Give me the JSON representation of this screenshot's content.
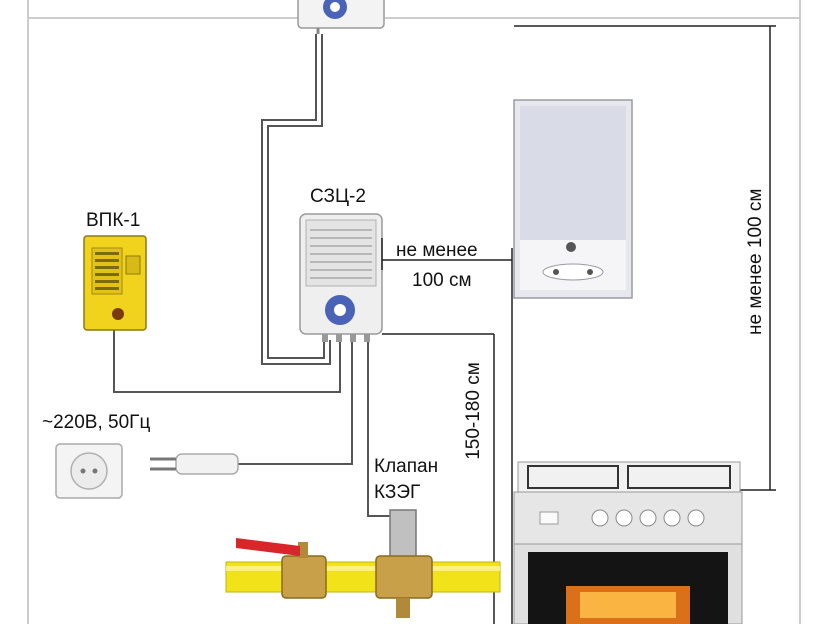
{
  "labels": {
    "vpk": "ВПК-1",
    "szc": "СЗЦ-2",
    "min_dist_line1": "не менее",
    "min_dist_line2": "100 см",
    "vertical_min": "не менее 100 см",
    "height_range": "150-180 см",
    "power": "~220В, 50Гц",
    "valve_line1": "Клапан",
    "valve_line2": "КЗЭГ"
  },
  "colors": {
    "wire": "#555555",
    "pipe": "#f2e21a",
    "vpk_body": "#f1d21c",
    "valve_handle": "#d8262a",
    "brass": "#c8a04a",
    "stove_body": "#e6e6e6",
    "oven_flame": "#f07a1a"
  }
}
